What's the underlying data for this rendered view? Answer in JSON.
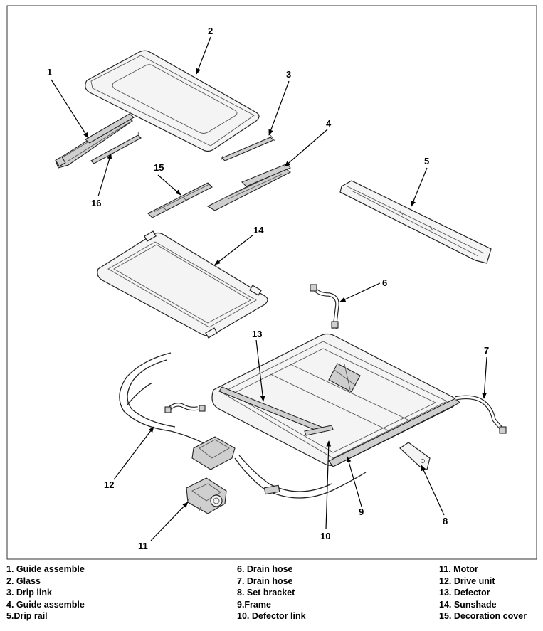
{
  "callouts": [
    "1",
    "2",
    "3",
    "4",
    "5",
    "6",
    "7",
    "8",
    "9",
    "10",
    "11",
    "12",
    "13",
    "14",
    "15",
    "16"
  ],
  "legend": {
    "col1": [
      "1. Guide assemble",
      "2. Glass",
      "3. Drip link",
      "4. Guide assemble",
      "5.Drip rail"
    ],
    "col2": [
      "6. Drain hose",
      "7. Drain hose",
      "8. Set bracket",
      "9.Frame",
      "10. Defector link"
    ],
    "col3": [
      "11. Motor",
      "12. Drive unit",
      "13. Defector",
      "14. Sunshade",
      "15. Decoration cover"
    ]
  }
}
